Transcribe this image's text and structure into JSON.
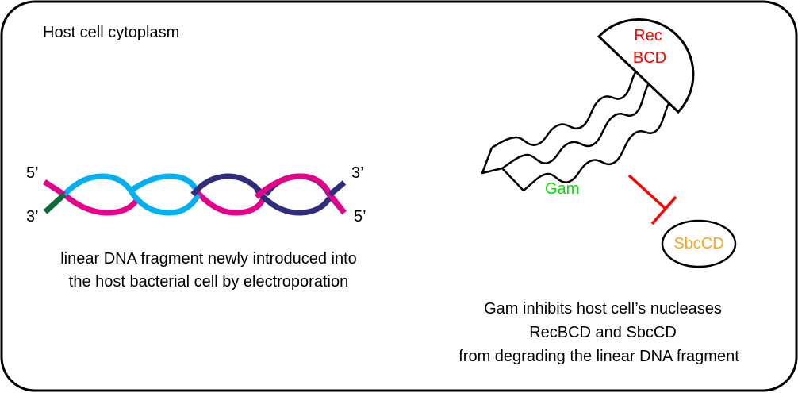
{
  "frame_title": "Host cell cytoplasm",
  "dna": {
    "label_5_left": "5’",
    "label_3_left": "3’",
    "label_3_right": "3’",
    "label_5_right": "5’",
    "caption_line1": "linear DNA fragment newly introduced into",
    "caption_line2": "the host bacterial cell by electroporation",
    "colors": {
      "magenta": "#e5008b",
      "cyan": "#00b0f0",
      "navy": "#302d7d",
      "green": "#0c6a3c"
    }
  },
  "recbcd": {
    "label_line1": "Rec",
    "label_line2": "BCD",
    "color": "#ff0000"
  },
  "gam": {
    "label": "Gam",
    "color": "#00e000"
  },
  "sbccd": {
    "label": "SbcCD",
    "color": "#f5a623"
  },
  "inhibition_color": "#ff0000",
  "caption": {
    "line1": "Gam inhibits host cell’s nucleases",
    "line2": "RecBCD and SbcCD",
    "line3": "from degrading the linear DNA fragment"
  }
}
